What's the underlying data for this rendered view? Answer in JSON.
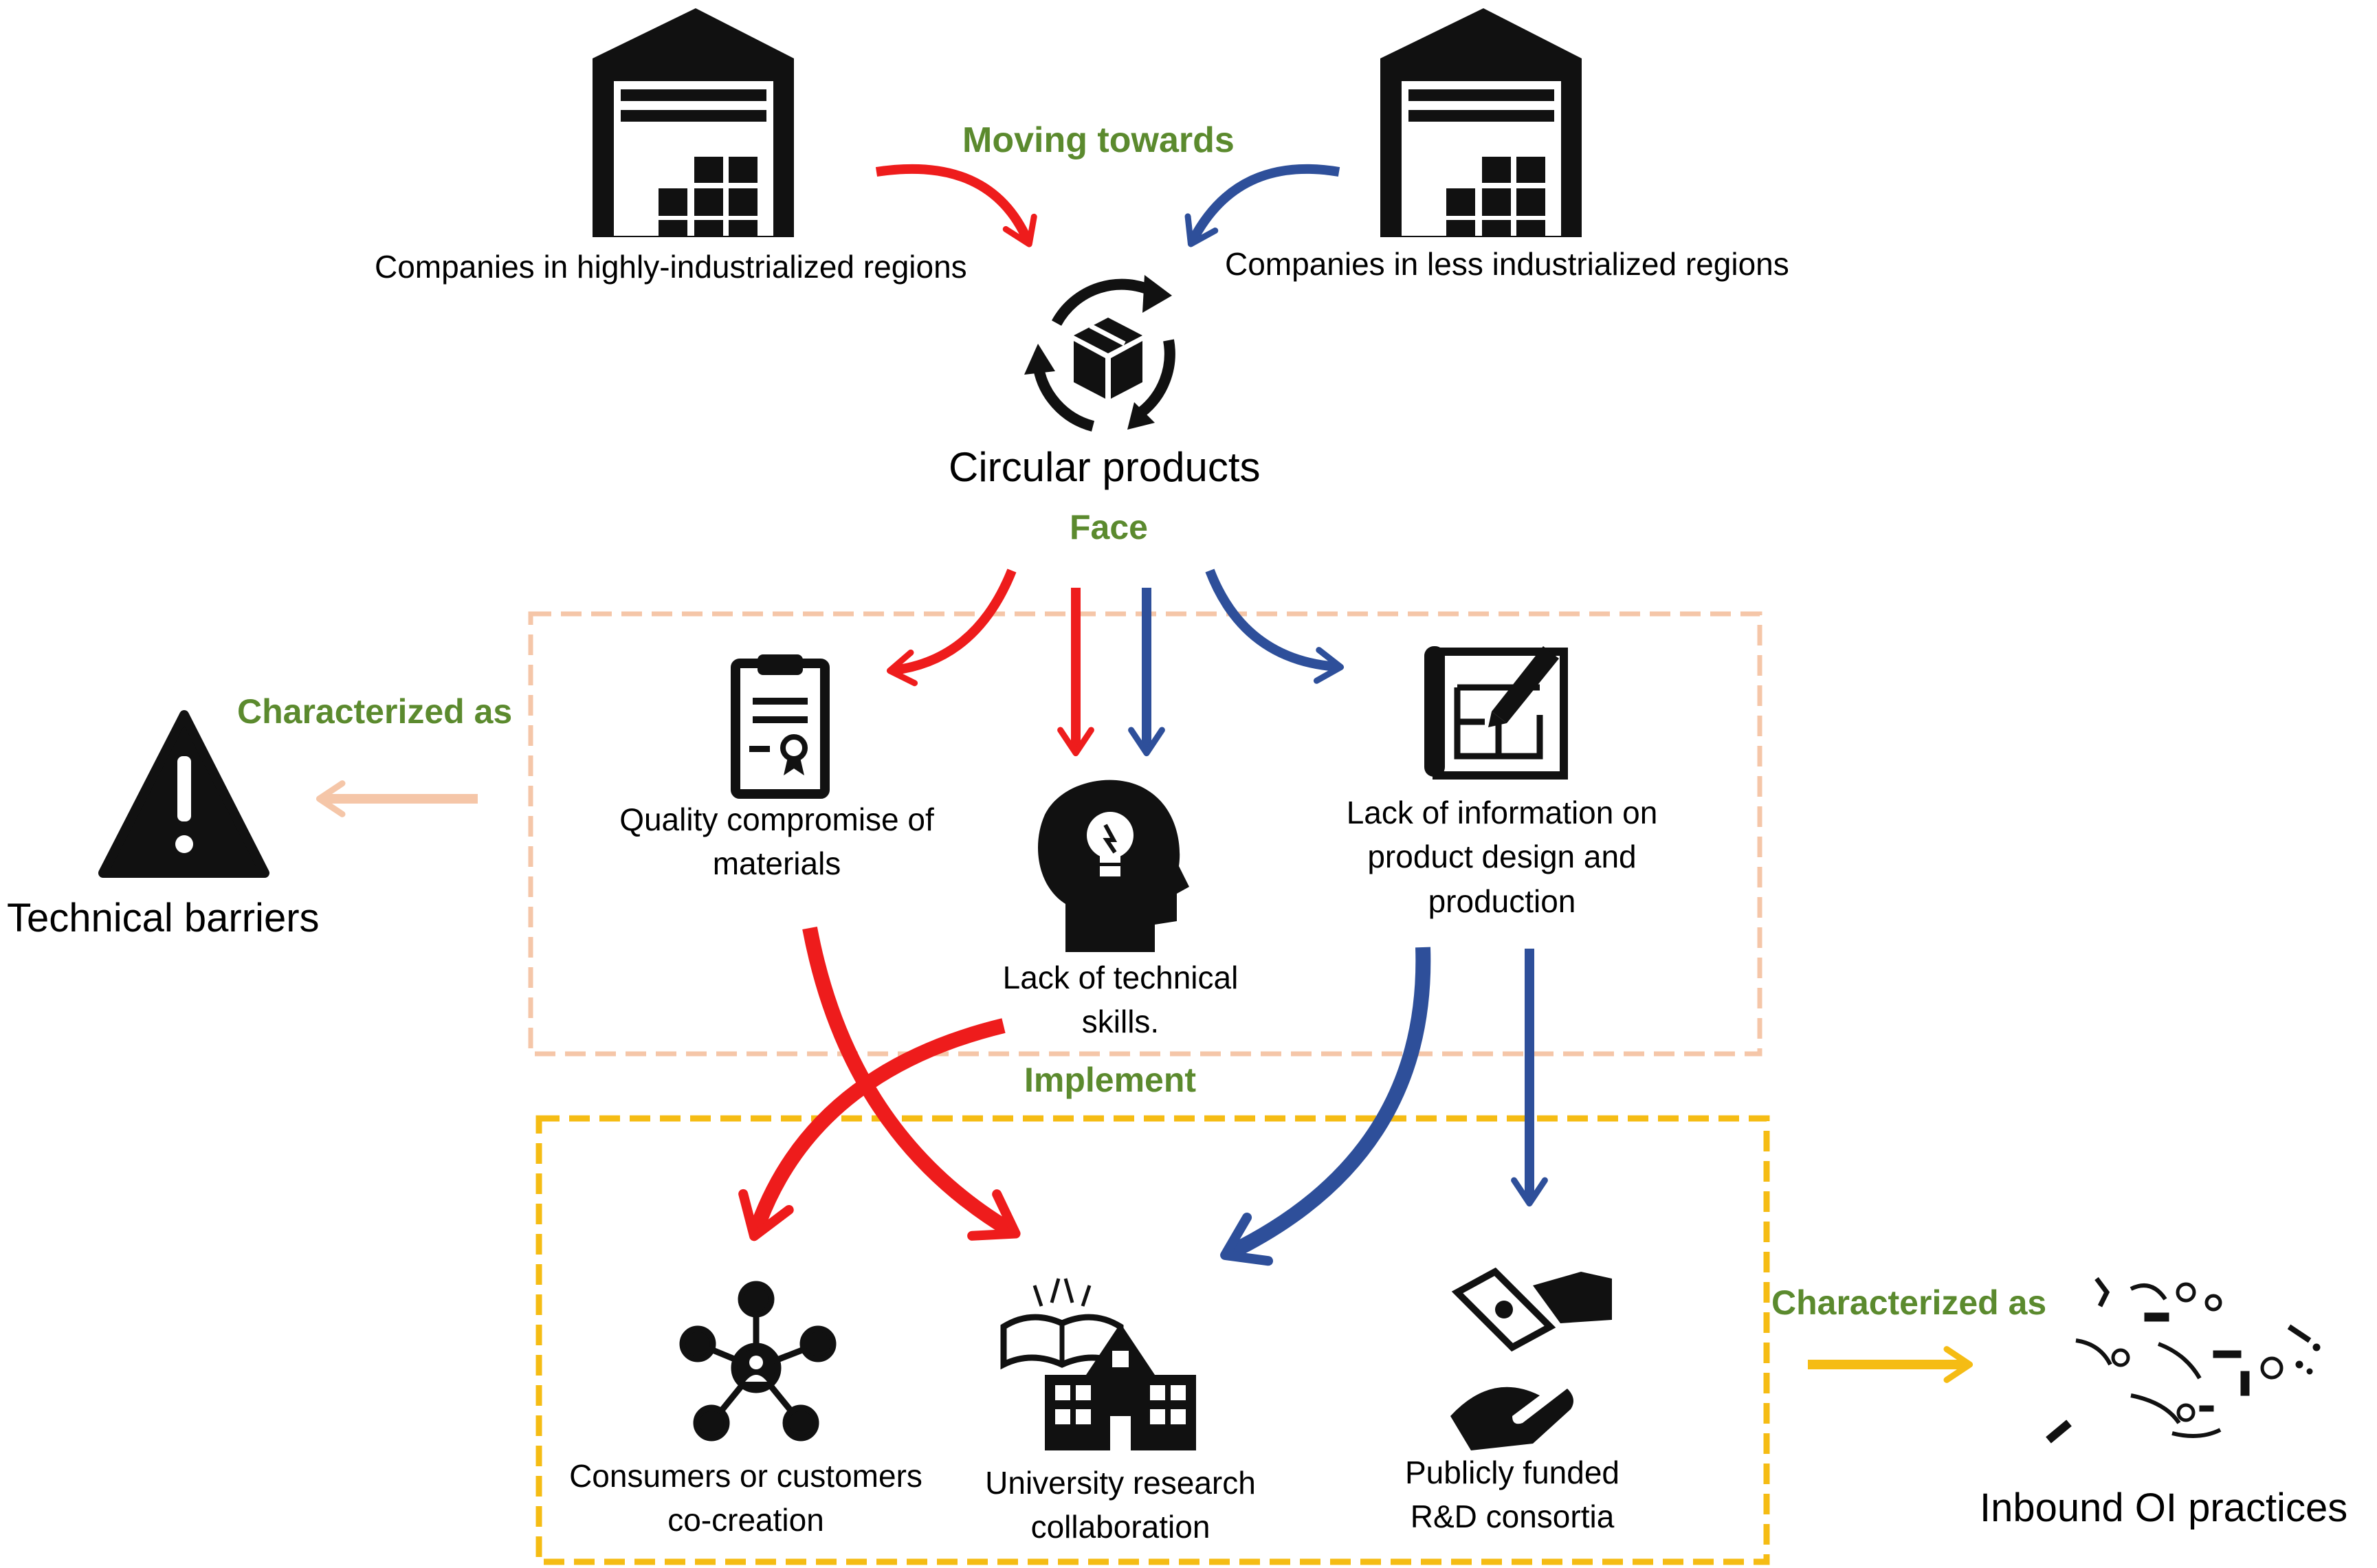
{
  "actors": {
    "high": "Companies in highly-industrialized regions",
    "less": "Companies in less industrialized regions"
  },
  "relations": {
    "moving": "Moving towards",
    "face": "Face",
    "characterized_left": "Characterized as",
    "implement": "Implement",
    "characterized_right": "Characterized as"
  },
  "center": {
    "title": "Circular products"
  },
  "barriers": {
    "category": "Technical barriers",
    "quality": "Quality compromise of materials",
    "skills": "Lack of technical skills.",
    "info": "Lack of information on product design and production"
  },
  "practices": {
    "category": "Inbound OI practices",
    "consumers": "Consumers  or customers co-creation",
    "university": "University research collaboration",
    "consortia": "Publicly funded R&D consortia"
  },
  "colors": {
    "high_arrow": "#ee1c1c",
    "less_arrow": "#2e4f9a",
    "verb_text": "#5b8a2e",
    "barrier_box": "#f5c6a8",
    "practice_box": "#f5bc14"
  }
}
